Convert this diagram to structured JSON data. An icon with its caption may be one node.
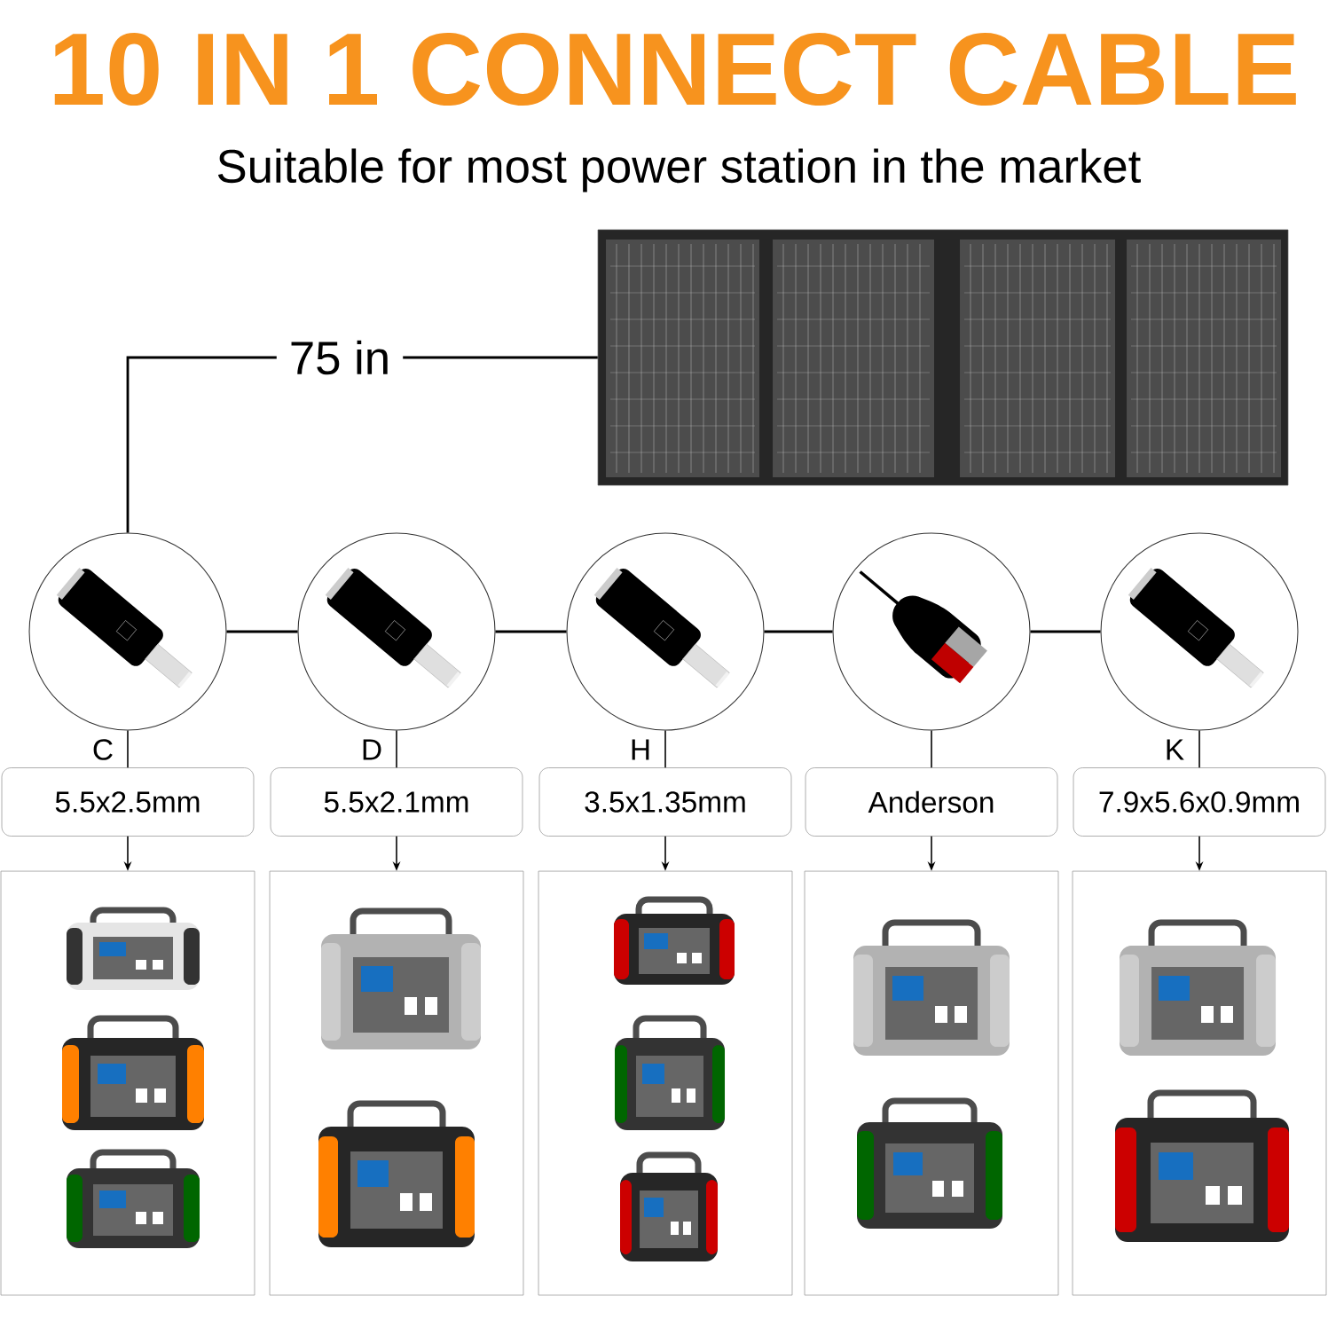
{
  "diagram": {
    "title": "10 IN 1 CONNECT CABLE",
    "nodes": [
      {
        "text": [],
        "shape": "picture"
      },
      {
        "text": [],
        "shape": "circle",
        "beside": [
          "C"
        ]
      },
      {
        "text": [],
        "shape": "circle",
        "beside": [
          "D"
        ]
      },
      {
        "text": [],
        "shape": "circle",
        "beside": [
          "H"
        ]
      },
      {
        "text": [],
        "shape": "circle"
      },
      {
        "text": [],
        "shape": "circle",
        "beside": [
          "K"
        ]
      },
      {
        "text": [
          "5.5x2.5mm"
        ]
      },
      {
        "text": [
          "5.5x2.1mm"
        ]
      },
      {
        "text": [
          "3.5x1.35mm"
        ]
      },
      {
        "text": [
          "Anderson"
        ]
      },
      {
        "text": [
          "7.9x5.6x0.9mm"
        ]
      },
      {
        "text": [],
        "shape": "picture"
      },
      {
        "text": [],
        "shape": "picture"
      },
      {
        "text": [],
        "shape": "picture"
      },
      {
        "text": [],
        "shape": "picture"
      },
      {
        "text": [],
        "shape": "picture"
      }
    ],
    "edges": [
      {
        "from": 0,
        "to": 1,
        "arrow": "none",
        "label": "75 in"
      },
      {
        "from": 1,
        "to": 2,
        "arrow": "none"
      },
      {
        "from": 2,
        "to": 3,
        "arrow": "none"
      },
      {
        "from": 3,
        "to": 4,
        "arrow": "none"
      },
      {
        "from": 4,
        "to": 5,
        "arrow": "none"
      },
      {
        "from": 1,
        "to": 6,
        "arrow": "none"
      },
      {
        "from": 2,
        "to": 7,
        "arrow": "none"
      },
      {
        "from": 3,
        "to": 8,
        "arrow": "none"
      },
      {
        "from": 4,
        "to": 9,
        "arrow": "none"
      },
      {
        "from": 5,
        "to": 10,
        "arrow": "none"
      },
      {
        "from": 6,
        "to": 11,
        "arrow": "to"
      },
      {
        "from": 7,
        "to": 12,
        "arrow": "to"
      },
      {
        "from": 8,
        "to": 13,
        "arrow": "to"
      },
      {
        "from": 9,
        "to": 14,
        "arrow": "to"
      },
      {
        "from": 10,
        "to": 15,
        "arrow": "to"
      }
    ],
    "labels": [
      "Suitable for most power station in the market"
    ]
  }
}
